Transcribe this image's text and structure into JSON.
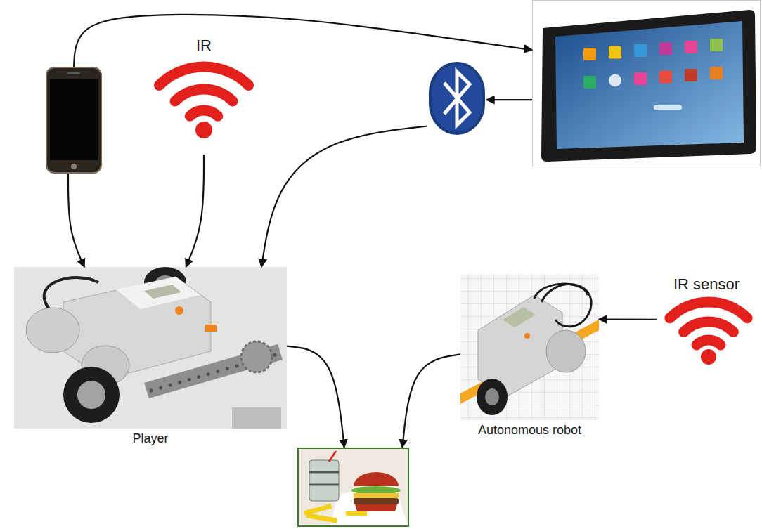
{
  "diagram": {
    "nodes": [
      {
        "text": []
      },
      {
        "text": [
          "IR"
        ]
      },
      {
        "text": []
      },
      {
        "text": []
      },
      {
        "text": [
          "Player"
        ]
      },
      {
        "text": [
          "Autonomous robot"
        ]
      },
      {
        "text": [
          "IR sensor"
        ]
      },
      {
        "text": []
      }
    ],
    "edges": [
      {
        "from": 0,
        "to": 3,
        "arrow": "to"
      },
      {
        "from": 3,
        "to": 2,
        "arrow": "to"
      },
      {
        "from": 2,
        "to": 4,
        "arrow": "to"
      },
      {
        "from": 0,
        "to": 4,
        "arrow": "to"
      },
      {
        "from": 1,
        "to": 4,
        "arrow": "to"
      },
      {
        "from": 4,
        "to": 7,
        "arrow": "to"
      },
      {
        "from": 5,
        "to": 7,
        "arrow": "to"
      },
      {
        "from": 6,
        "to": 5,
        "arrow": "to"
      }
    ]
  }
}
